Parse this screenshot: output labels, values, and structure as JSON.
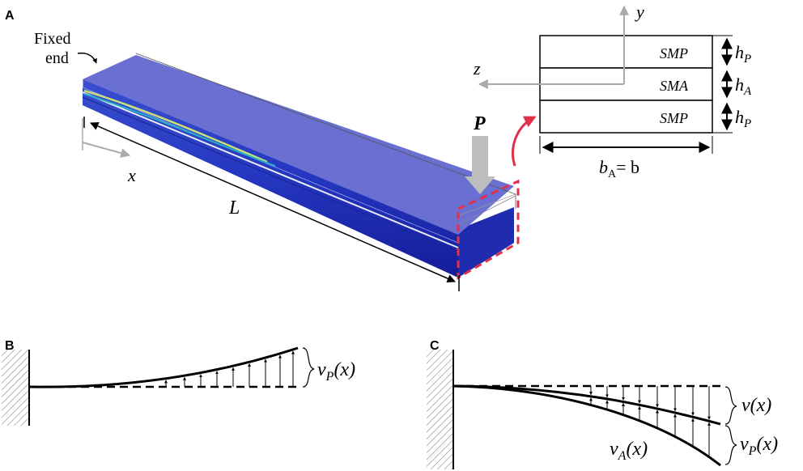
{
  "panels": {
    "a": "A",
    "b": "B",
    "c": "C"
  },
  "beam": {
    "fixed_label_1": "Fixed",
    "fixed_label_2": "end",
    "x_axis": "x",
    "length": "L",
    "load": "P"
  },
  "cross_section": {
    "y_axis": "y",
    "z_axis": "z",
    "layers": [
      "SMP",
      "SMA",
      "SMP"
    ],
    "heights": {
      "hP_base": "h",
      "hP_sub": "P",
      "hA_base": "h",
      "hA_sub": "A"
    },
    "width": {
      "b": "b",
      "sub": "A",
      "eq": "= b"
    }
  },
  "panel_b": {
    "label_base": "v",
    "label_sub": "P",
    "label_arg": "(x)"
  },
  "panel_c": {
    "v_base": "v",
    "v_arg": "(x)",
    "vP_base": "v",
    "vP_sub": "P",
    "vP_arg": "(x)",
    "vA_base": "v",
    "vA_sub": "A",
    "vA_arg": "(x)"
  },
  "colors": {
    "beam_top": "#6a6fd2",
    "beam_side": "#2a3ec8",
    "beam_dark": "#1b22a8",
    "highlight": "#e0304a",
    "arrow_grey": "#bdbdbd",
    "stripe": "#c9e07a"
  }
}
